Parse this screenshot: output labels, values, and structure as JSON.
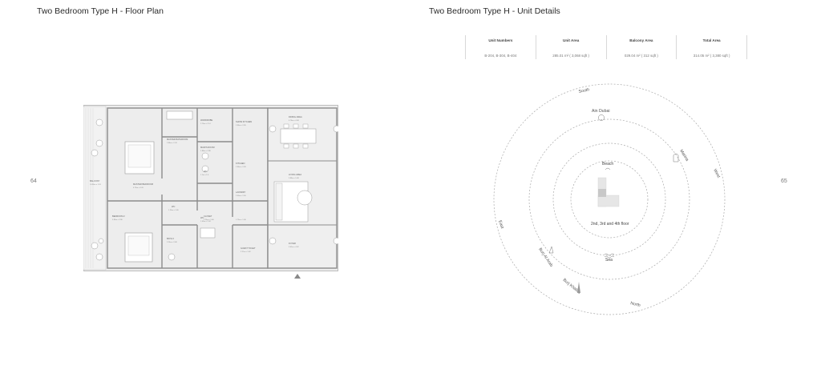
{
  "left_page": {
    "title": "Two Bedroom Type H - Floor Plan",
    "page_number": "64",
    "rooms": {
      "balcony": {
        "name": "BALCONY",
        "dim": "14.96m x 1.91"
      },
      "master_bedroom": {
        "name": "MASTER BEDROOM",
        "dim": "4.79m x 4.43"
      },
      "master_bathroom": {
        "name": "MASTER BATHROOM",
        "dim": "2.86m x 2.43"
      },
      "wardrobe": {
        "name": "WARDROBE",
        "dim": "2.76m x 2.14"
      },
      "maid": {
        "name": "MAID'S ROOM",
        "dim": "1.88m x 2.88"
      },
      "maid_bath": {
        "name": "WC",
        "dim": "1.1m x 1.6"
      },
      "wc": {
        "name": "WC",
        "dim": "1.24m x 1.80"
      },
      "show_kitchen": {
        "name": "SHOW KITCHEN",
        "dim": "2.96m x 2.85"
      },
      "kitchen": {
        "name": "KITCHEN",
        "dim": "2.96m x 2.83"
      },
      "laundry": {
        "name": "LAUNDRY",
        "dim": "2.00m x 1.50"
      },
      "dining": {
        "name": "DINING AREA",
        "dim": "4.78m x 4.48"
      },
      "living": {
        "name": "LIVING AREA",
        "dim": "5.88m x 5.48"
      },
      "wc2": {
        "name": "WC",
        "dim": "1.43m x 1.34"
      },
      "bedroom2": {
        "name": "BEDROOM 2",
        "dim": "3.96m x 3.96"
      },
      "bath2": {
        "name": "BATH 2",
        "dim": "2.24m x 2.68"
      },
      "closet": {
        "name": "CLOSET",
        "dim": "2.24m x 1.66"
      },
      "corridor": {
        "name": "",
        "dim": "1.75m x 1.46"
      },
      "guest_toilet": {
        "name": "GUEST TOILET",
        "dim": "2.21m x 1.82"
      },
      "foyer": {
        "name": "FOYER",
        "dim": "3.62m x 4.02"
      }
    }
  },
  "right_page": {
    "title": "Two Bedroom Type H - Unit Details",
    "page_number": "65",
    "table": {
      "headers": [
        "Unit Numbers",
        "Unit Area",
        "Balcony Area",
        "Total Area"
      ],
      "values": [
        "B-204, B-304, B-404",
        "285.01 m² ( 3,068 sqft )",
        "029.04 m² ( 312 sqft )",
        "314.05 m² ( 3,380 sqft )"
      ]
    },
    "orientation": {
      "directions": {
        "south": "South",
        "west": "West",
        "east": "East",
        "north": "North"
      },
      "landmarks": {
        "ain_dubai": "Ain Dubai",
        "marina": "Marina",
        "burj_al_arab": "Burj Al Arab",
        "burj_khalifa": "Burj Khalifa",
        "beach": "Beach",
        "sea": "Sea"
      },
      "floor_label": "2nd, 3rd and 4th floor"
    }
  }
}
